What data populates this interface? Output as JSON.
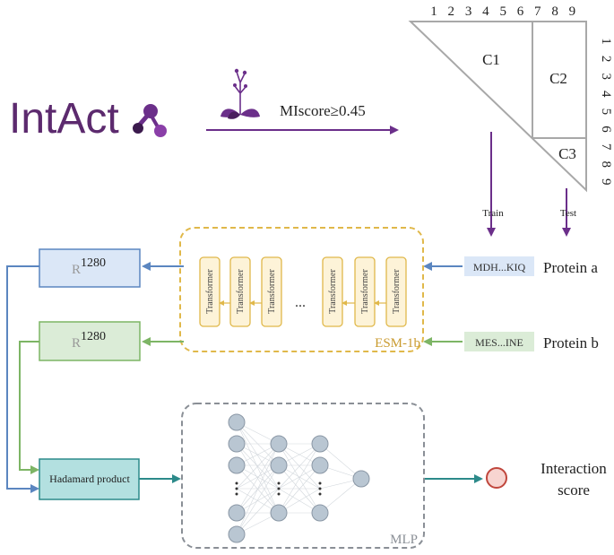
{
  "logo": {
    "text": "IntAct",
    "color": "#5c2a6e",
    "dot_color": "#6b2f8a"
  },
  "filter": {
    "label": "MIscore≥0.45",
    "arrow_color": "#6b2f8a"
  },
  "split": {
    "top_numbers": [
      "1",
      "2",
      "3",
      "4",
      "5",
      "6",
      "7",
      "8",
      "9"
    ],
    "side_numbers": [
      "1",
      "2",
      "3",
      "4",
      "5",
      "6",
      "7",
      "8",
      "9"
    ],
    "regions": [
      "C1",
      "C2",
      "C3"
    ],
    "train_label": "Train",
    "test_label": "Test"
  },
  "proteins": [
    {
      "sequence": "MDH...KIQ",
      "label": "Protein a",
      "fill": "#dbe7f7",
      "color": "#5b86c0"
    },
    {
      "sequence": "MES...INE",
      "label": "Protein b",
      "fill": "#dbecd7",
      "color": "#7db565"
    }
  ],
  "encoder": {
    "name": "ESM-1b",
    "block_label": "Transformer",
    "ellipsis": "...",
    "color": "#e0b84a"
  },
  "embeddings": [
    {
      "base": "R",
      "exp": "1280",
      "fill": "#dbe7f7",
      "stroke": "#5b86c0"
    },
    {
      "base": "R",
      "exp": "1280",
      "fill": "#dbecd7",
      "stroke": "#7db565"
    }
  ],
  "combine": {
    "label": "Hadamard product",
    "fill": "#b3e0e0",
    "stroke": "#2c8a8a"
  },
  "mlp": {
    "name": "MLP",
    "node_color": "#b9c6d2"
  },
  "output": {
    "line1": "Interaction",
    "line2": "score",
    "fill": "#f7d4d0",
    "stroke": "#c0463c"
  }
}
